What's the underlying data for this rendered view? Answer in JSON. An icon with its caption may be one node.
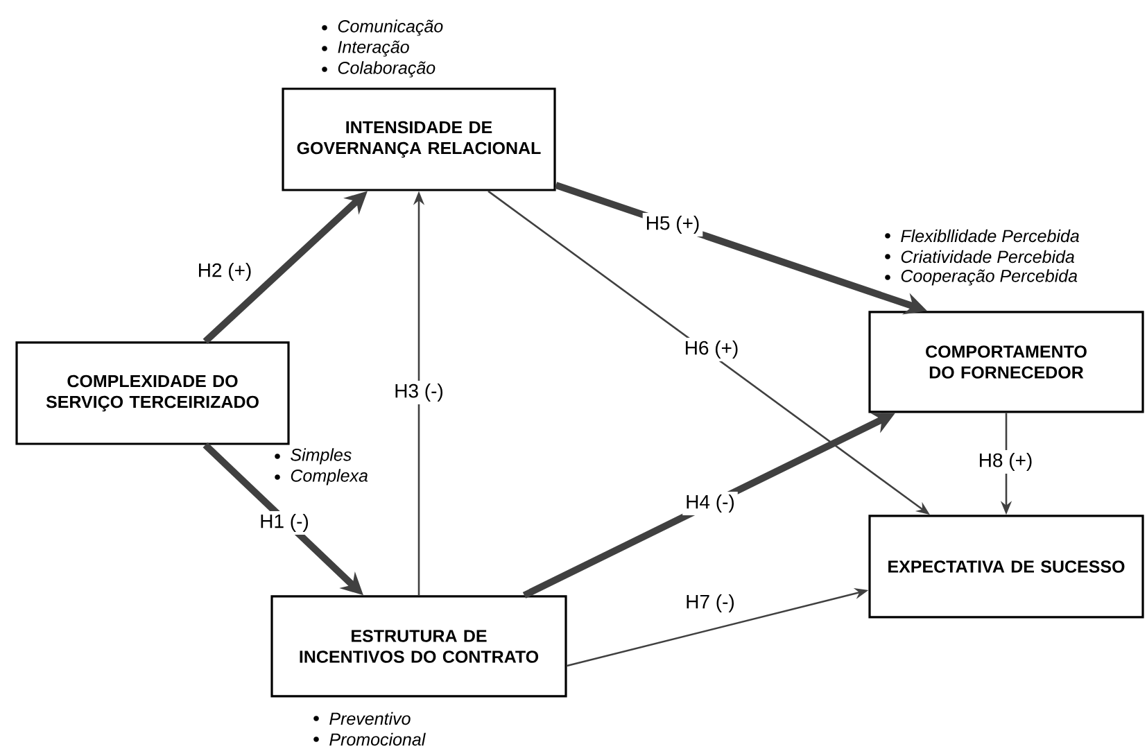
{
  "diagram": {
    "nodes": [
      {
        "text": [
          "INTENSIDADE DE GOVERNANÇA RELACIONAL"
        ],
        "beside": [
          "Comunicação",
          "Interação",
          "Colaboração"
        ]
      },
      {
        "text": [
          "COMPLEXIDADE DO SERVIÇO TERCEIRIZADO"
        ],
        "beside": [
          "Simples",
          "Complexa"
        ]
      },
      {
        "text": [
          "COMPORTAMENTO DO FORNECEDOR"
        ],
        "beside": [
          "Flexibllidade Percebida",
          "Criatividade Percebida",
          "Cooperação Percebida"
        ]
      },
      {
        "text": [
          "ESTRUTURA DE INCENTIVOS DO CONTRATO"
        ],
        "beside": [
          "Preventivo",
          "Promocional"
        ]
      },
      {
        "text": [
          "EXPECTATIVA DE SUCESSO"
        ]
      }
    ],
    "edges": [
      {
        "from": 1,
        "to": 0,
        "arrow": "to",
        "label": "H2 (+)",
        "style": "thick"
      },
      {
        "from": 1,
        "to": 3,
        "arrow": "to",
        "label": "H1 (-)",
        "style": "thick"
      },
      {
        "from": 3,
        "to": 0,
        "arrow": "to",
        "label": "H3 (-)"
      },
      {
        "from": 0,
        "to": 2,
        "arrow": "to",
        "label": "H5 (+)",
        "style": "thick"
      },
      {
        "from": 0,
        "to": 4,
        "arrow": "to",
        "label": "H6 (+)"
      },
      {
        "from": 3,
        "to": 2,
        "arrow": "to",
        "label": "H4 (-)",
        "style": "thick"
      },
      {
        "from": 3,
        "to": 4,
        "arrow": "to",
        "label": "H7 (-)"
      },
      {
        "from": 2,
        "to": 4,
        "arrow": "to",
        "label": "H8 (+)"
      }
    ]
  }
}
